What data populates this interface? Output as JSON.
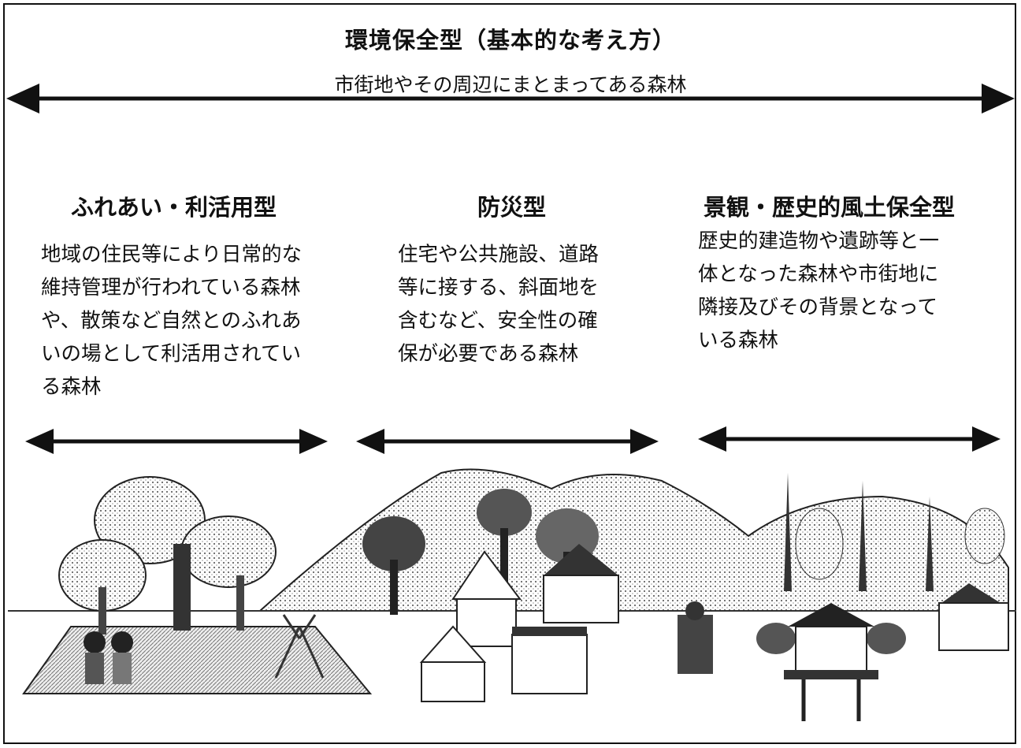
{
  "header": {
    "title": "環境保全型（基本的な考え方）",
    "subtitle": "市街地やその周辺にまとまってある森林"
  },
  "columns": [
    {
      "title": "ふれあい・利活用型",
      "description": "地域の住民等により日常的な\n維持管理が行われている森林\nや、散策など自然とのふれあ\nいの場として利活用されてい\nる森林"
    },
    {
      "title": "防災型",
      "description": "住宅や公共施設、道路\n等に接する、斜面地を\n含むなど、安全性の確\n保が必要である森林"
    },
    {
      "title": "景観・歴史的風土保全型",
      "description": "歴史的建造物や遺跡等と一\n体となった森林や市街地に\n隣接及びその背景となって\nいる森林"
    }
  ],
  "illustration": {
    "scenes": [
      "park-with-trees-and-people",
      "houses-below-forested-hills",
      "temple-and-shrine-among-cedars"
    ]
  }
}
